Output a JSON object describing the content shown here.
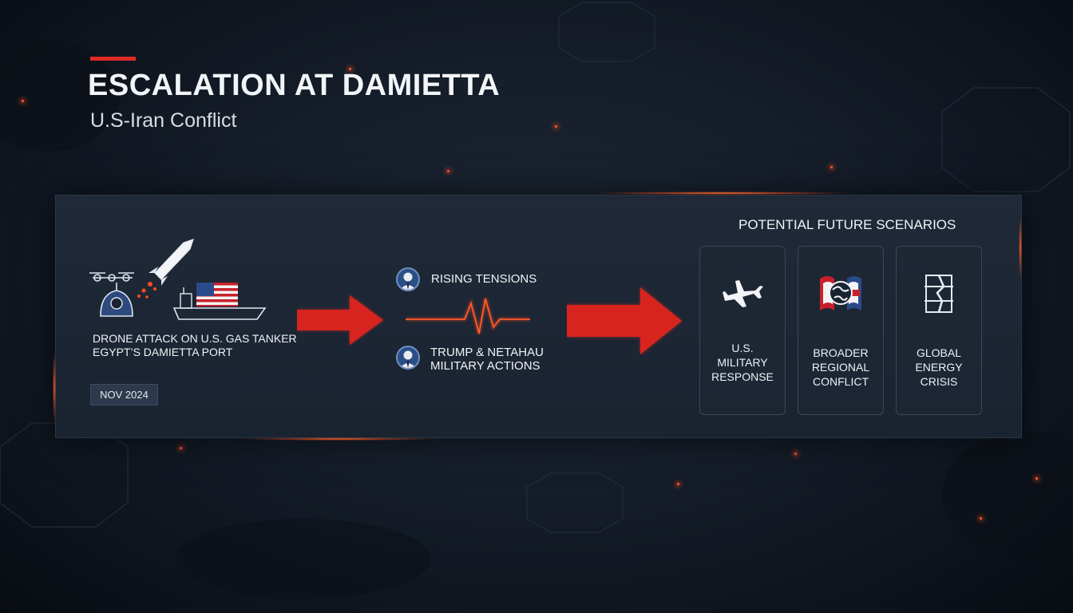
{
  "header": {
    "title": "ESCALATION AT DAMIETTA",
    "subtitle": "U.S-Iran Conflict"
  },
  "event": {
    "line1": "DRONE ATTACK ON U.S. GAS TANKER",
    "line2": "EGYPT’S DAMIETTA PORT",
    "date": "NOV 2024"
  },
  "middle": {
    "item1": "RISING TENSIONS",
    "item2_line1": "TRUMP & NETAHAU",
    "item2_line2": "MILITARY ACTIONS"
  },
  "scenarios": {
    "title": "POTENTIAL FUTURE SCENARIOS",
    "cards": [
      {
        "icon": "airplane-icon",
        "line1": "U.S.",
        "line2": "MILITARY",
        "line3": "RESPONSE"
      },
      {
        "icon": "globe-flags-icon",
        "line1": "BROADER",
        "line2": "REGIONAL",
        "line3": "CONFLICT"
      },
      {
        "icon": "broken-barrel-icon",
        "line1": "GLOBAL",
        "line2": "ENERGY",
        "line3": "CRISIS"
      }
    ]
  },
  "colors": {
    "accent_red": "#e02a25",
    "background": "#141c27",
    "panel": "#1f2938",
    "glow_orange": "#ff6a2a"
  }
}
